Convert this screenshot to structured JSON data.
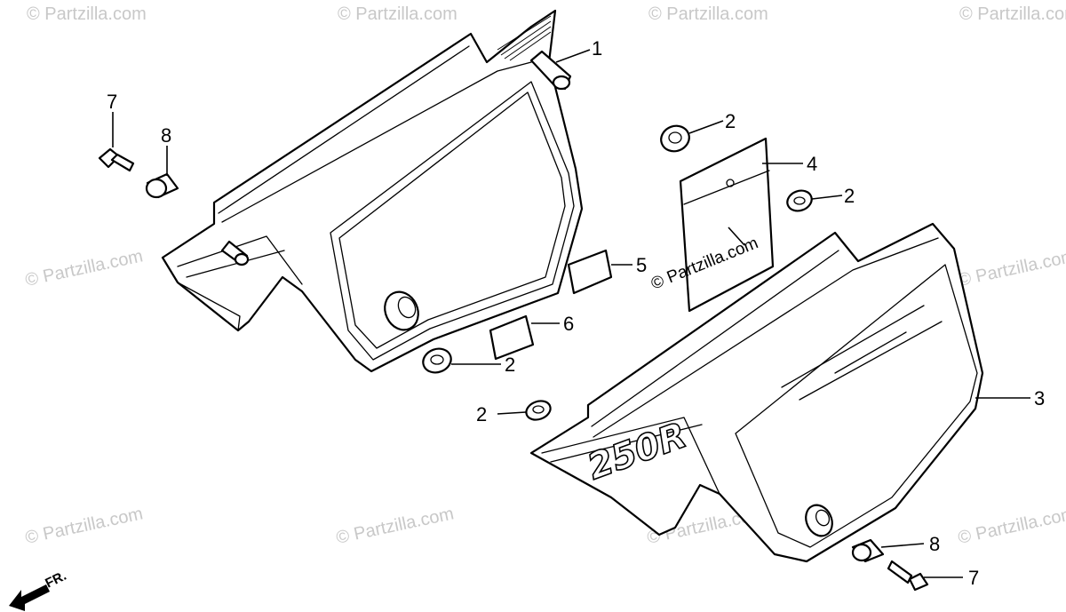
{
  "diagram": {
    "watermark_text": "© Partzilla.com",
    "emblem_text": "250R",
    "front_indicator": "FR.",
    "callouts": [
      {
        "label": "1"
      },
      {
        "label": "2"
      },
      {
        "label": "2"
      },
      {
        "label": "2"
      },
      {
        "label": "2"
      },
      {
        "label": "3"
      },
      {
        "label": "4"
      },
      {
        "label": "5"
      },
      {
        "label": "6"
      },
      {
        "label": "7"
      },
      {
        "label": "7"
      },
      {
        "label": "8"
      },
      {
        "label": "8"
      }
    ]
  }
}
